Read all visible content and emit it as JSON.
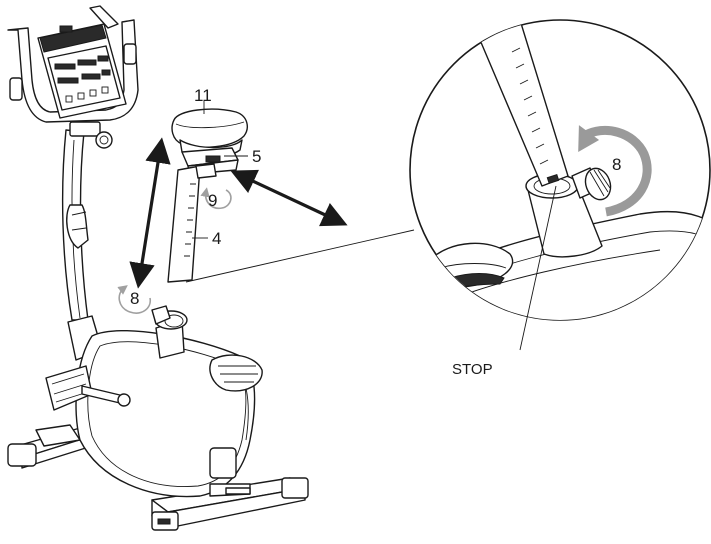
{
  "labels": {
    "seat": "11",
    "seat_slider": "5",
    "slider_knob": "9",
    "seat_post": "4",
    "post_knob": "8",
    "detail_knob": "8",
    "stop": "STOP"
  },
  "colors": {
    "line": "#1a1a1a",
    "rotation_arrow": "#a0a0a0",
    "detail_arrow": "#9a9a9a"
  }
}
